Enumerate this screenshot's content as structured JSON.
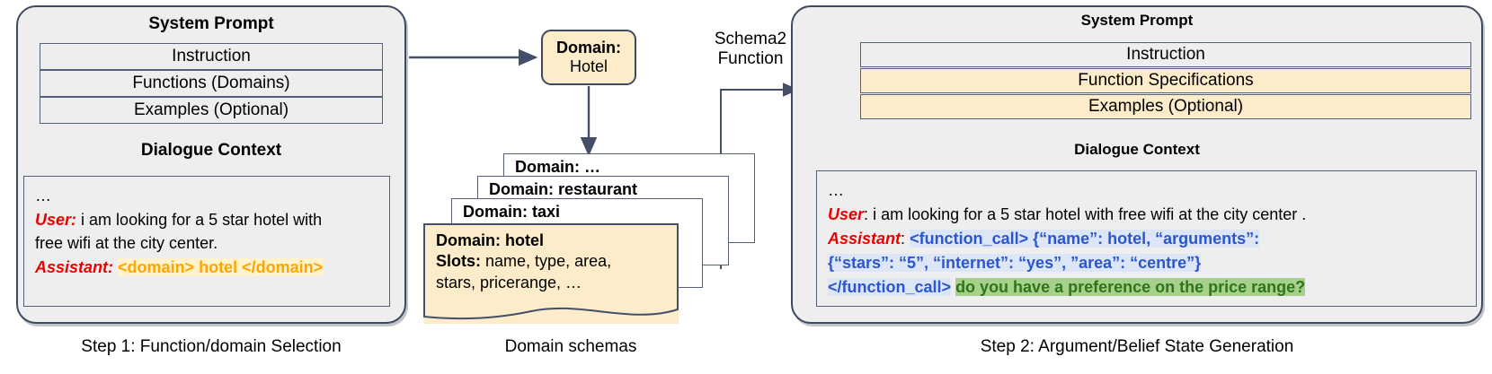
{
  "left_panel": {
    "system_prompt_title": "System Prompt",
    "rows": [
      {
        "label": "Instruction",
        "highlight": false
      },
      {
        "label": "Functions (Domains)",
        "highlight": false
      },
      {
        "label": "Examples (Optional)",
        "highlight": false
      }
    ],
    "dialogue_title": "Dialogue Context",
    "dialogue": {
      "ellipsis": "…",
      "user_speaker": "User:",
      "user_text_line1": "i am looking for a 5 star hotel with",
      "user_text_line2": "free wifi at the city center.",
      "assistant_speaker": "Assistant:",
      "assistant_tagged": "<domain> hotel </domain>"
    },
    "caption": "Step 1: Function/domain Selection"
  },
  "middle": {
    "domain_box": {
      "key": "Domain:",
      "value": "Hotel"
    },
    "schema_cards": [
      {
        "title": "Domain: …"
      },
      {
        "title": "Domain: restaurant"
      },
      {
        "title": "Domain: taxi"
      }
    ],
    "hotel_schema": {
      "domain_key": "Domain:",
      "domain_value": "hotel",
      "slots_key": "Slots:",
      "slots_value": "name, type, area, stars, pricerange, …"
    },
    "transform_label_line1": "Schema2",
    "transform_label_line2": "Function",
    "caption": "Domain schemas"
  },
  "right_panel": {
    "system_prompt_title": "System Prompt",
    "rows": [
      {
        "label": "Instruction",
        "highlight": false
      },
      {
        "label": "Function Specifications",
        "highlight": true
      },
      {
        "label": "Examples (Optional)",
        "highlight": true
      }
    ],
    "dialogue_title": "Dialogue Context",
    "dialogue": {
      "ellipsis": "…",
      "user_speaker": "User",
      "user_colon": ":",
      "user_text": "i am looking for a 5 star hotel with free wifi at the city center .",
      "assistant_speaker": "Assistant",
      "assistant_colon": ":",
      "call_line1": "<function_call> {“name”: hotel, “arguments”:",
      "call_line2": "{“stars”: “5”, “internet”: “yes”, ”area”: “centre”}",
      "call_line3": "</function_call>",
      "response": "do you have a preference on the price range?"
    },
    "caption": "Step 2: Argument/Belief State Generation"
  },
  "colors": {
    "panel_fill": "#eeeeee",
    "panel_border": "#3d4a60",
    "cream": "#fcecc9",
    "row_border": "#55607a",
    "speaker_red": "#ee0000",
    "tag_orange": "#ffa500",
    "tag_orange_bg": "#fff2cc",
    "call_blue": "#2b56cf",
    "call_blue_bg": "#dce6f7",
    "reply_green": "#2e7519",
    "reply_green_bg": "#a8d08d",
    "wire": "#44506a"
  }
}
